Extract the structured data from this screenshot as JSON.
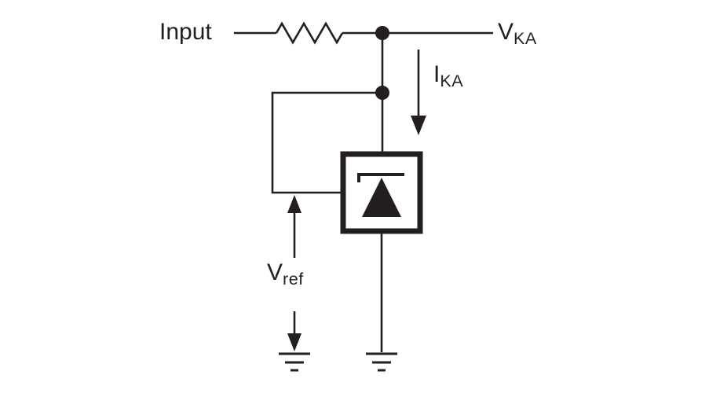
{
  "colors": {
    "line": "#231f20",
    "background": "#ffffff"
  },
  "labels": {
    "input": "Input",
    "vka": {
      "main": "V",
      "sub": "KA"
    },
    "ika": {
      "main": "I",
      "sub": "KA"
    },
    "vref": {
      "main": "V",
      "sub": "ref"
    }
  },
  "components": {
    "resistor": "series-resistor",
    "regulator": "shunt-regulator",
    "ground_left": "ground-symbol",
    "ground_right": "ground-symbol"
  }
}
